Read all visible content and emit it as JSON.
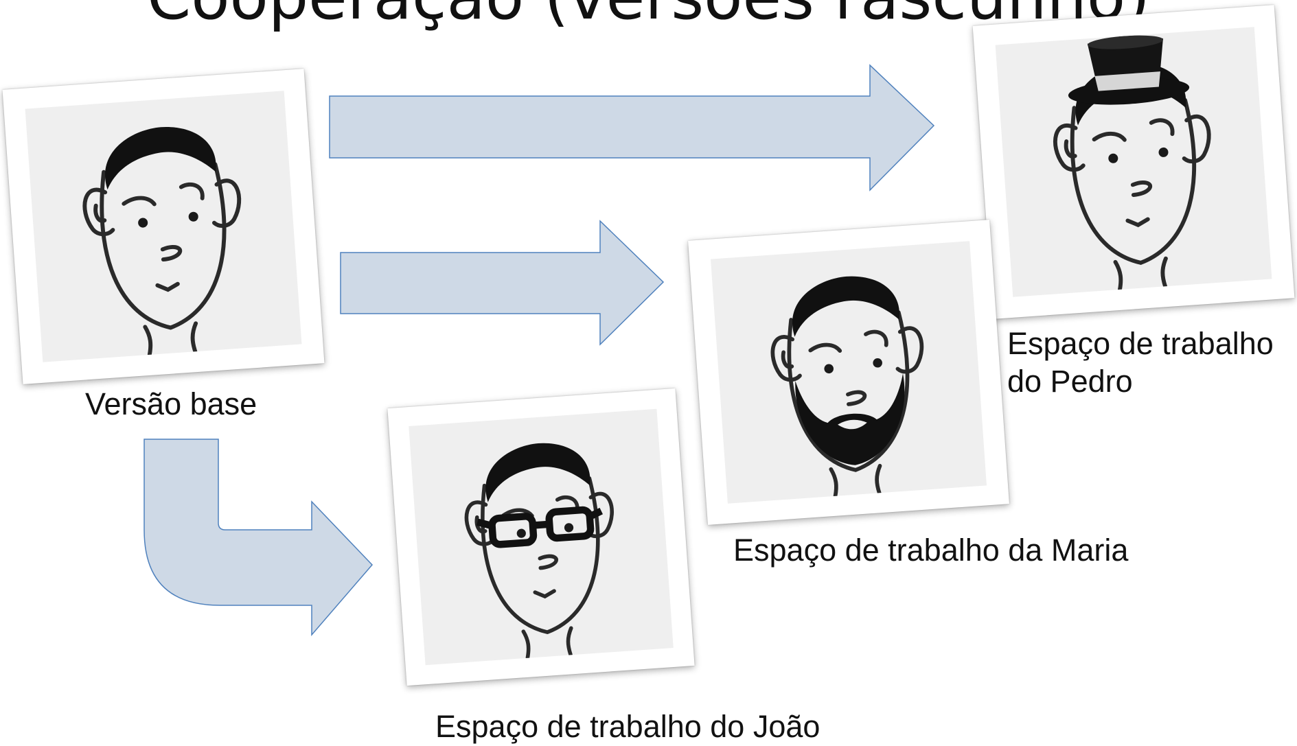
{
  "slide": {
    "title": "Cooperação (versões rascunho)"
  },
  "cards": {
    "base": {
      "caption": "Versão base"
    },
    "pedro": {
      "caption_line1": "Espaço de trabalho",
      "caption_line2": "do Pedro"
    },
    "maria": {
      "caption": "Espaço de trabalho da Maria"
    },
    "joao": {
      "caption": "Espaço de trabalho do João"
    }
  },
  "colors": {
    "arrow_fill": "#ced9e6",
    "arrow_stroke": "#4f81bd",
    "photo_bg": "#efefef"
  }
}
